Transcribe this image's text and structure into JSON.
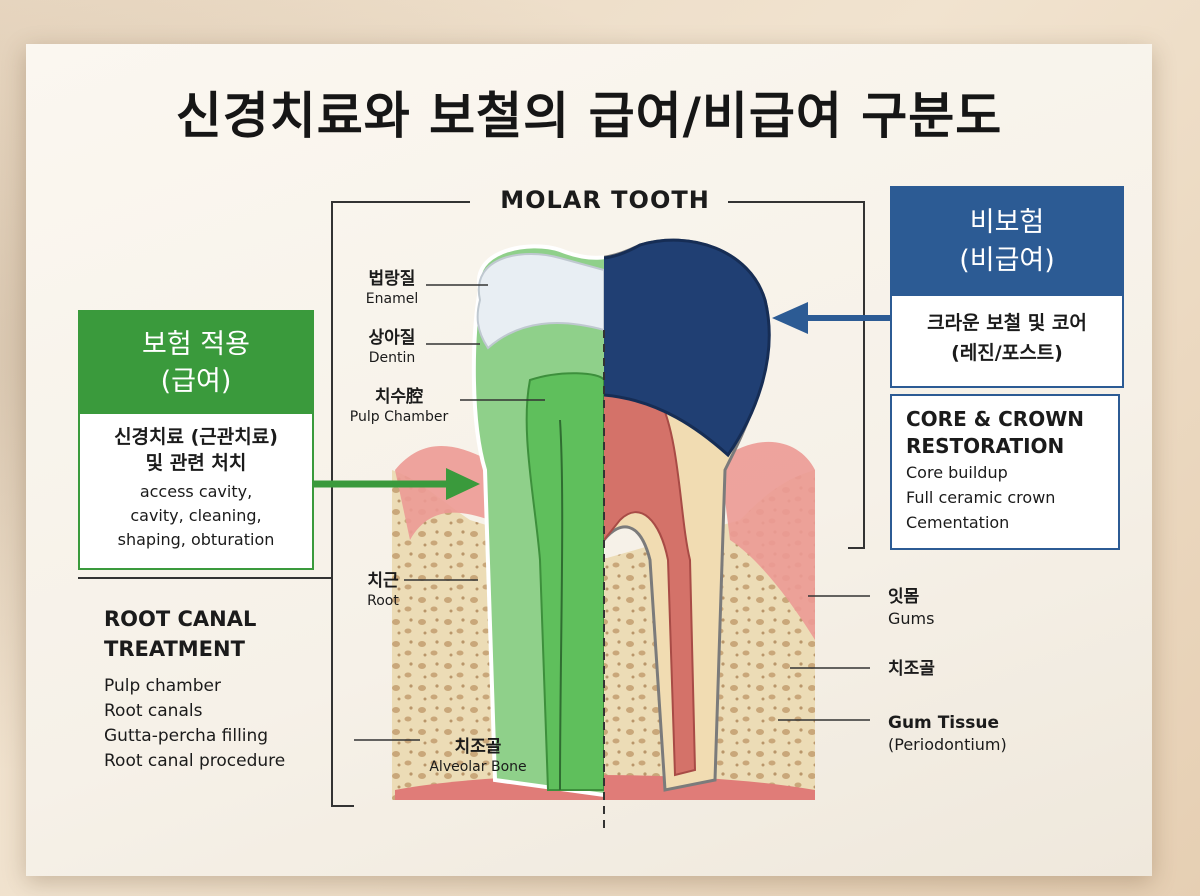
{
  "title": "신경치료와 보철의 급여/비급여 구분도",
  "molar_label": "MOLAR TOOTH",
  "covered": {
    "header_line1": "보험 적용",
    "header_line2": "(급여)",
    "body_kr_line1": "신경치료 (근관치료)",
    "body_kr_line2": "및 관련 처치",
    "body_en_line1": "access cavity,",
    "body_en_line2": "cavity, cleaning,",
    "body_en_line3": "shaping, obturation"
  },
  "uncovered": {
    "header_line1": "비보험",
    "header_line2": "(비급여)",
    "body_line1": "크라운 보철 및 코어",
    "body_line2": "(레진/포스트)"
  },
  "core_crown": {
    "heading_line1": "CORE & CROWN",
    "heading_line2": "RESTORATION",
    "items": [
      "Core buildup",
      "Full ceramic crown",
      "Cementation"
    ]
  },
  "root_canal": {
    "heading_line1": "ROOT CANAL",
    "heading_line2": "TREATMENT",
    "items": [
      "Pulp chamber",
      "Root canals",
      "Gutta-percha filling",
      "Root canal procedure"
    ]
  },
  "anatomy_labels": {
    "enamel_kr": "법랑질",
    "enamel_en": "Enamel",
    "dentin_kr": "상아질",
    "dentin_en": "Dentin",
    "pulp_kr": "치수腔",
    "pulp_en": "Pulp Chamber",
    "root_kr": "치근",
    "root_en": "Root",
    "bone_kr": "치조골",
    "bone_en": "Alveolar Bone",
    "gums_kr": "잇몸",
    "gums_en": "Gums",
    "alveolar_kr": "치조골",
    "tissue_en1": "Gum Tissue",
    "tissue_en2": "(Periodontium)"
  },
  "colors": {
    "covered_green": "#3a9a3c",
    "uncovered_blue": "#2c5b94",
    "gum_pink": "#e98a86",
    "bone_beige": "#ead7b0"
  }
}
